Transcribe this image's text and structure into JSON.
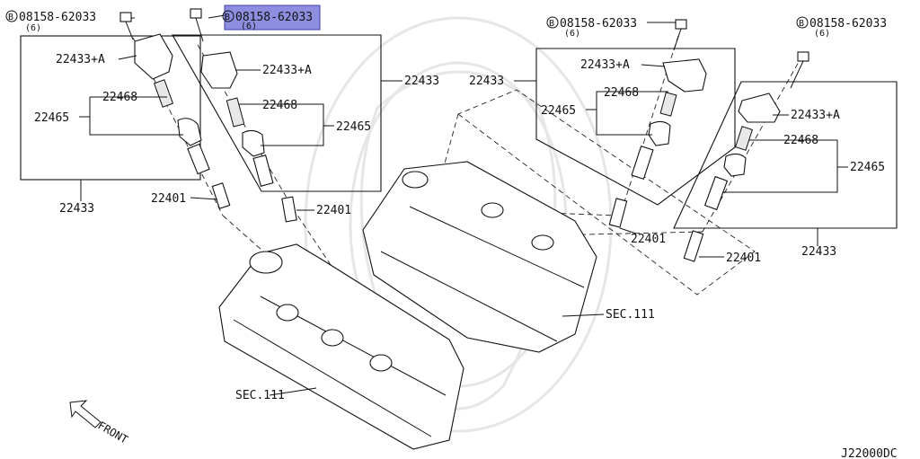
{
  "diagram": {
    "bolt_symbol": "B",
    "bolt_part_no": "08158-62033",
    "bolt_qty": "(6)",
    "coil": "22433+A",
    "spring": "22468",
    "boot": "22465",
    "assembly": "22433",
    "plug": "22401",
    "section": "SEC.111",
    "direction": "FRONT",
    "drawing_code": "J22000DC"
  },
  "colors": {
    "highlight": "#8d8ee0",
    "ink": "#111111"
  }
}
